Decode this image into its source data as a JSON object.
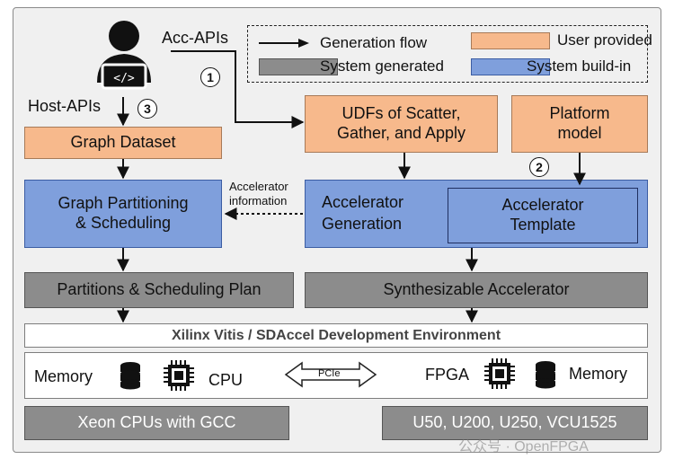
{
  "labels": {
    "acc_apis": "Acc-APIs",
    "host_apis": "Host-APIs",
    "accelerator_information": "Accelerator\ninformation",
    "step1": "1",
    "step2": "2",
    "step3": "3"
  },
  "legend": {
    "generation_flow": "Generation flow",
    "system_generated": "System generated",
    "user_provided": "User provided",
    "system_buildin": "System build-in"
  },
  "boxes": {
    "graph_dataset": "Graph Dataset",
    "udfs": "UDFs of Scatter,\nGather, and Apply",
    "platform_model": "Platform\nmodel",
    "graph_partitioning": "Graph Partitioning\n&  Scheduling",
    "accelerator_generation": "Accelerator\nGeneration",
    "accelerator_template": "Accelerator\nTemplate",
    "partitions_plan": "Partitions & Scheduling Plan",
    "synthesizable_accelerator": "Synthesizable Accelerator",
    "xilinx_env": "Xilinx Vitis / SDAccel Development Environment",
    "xeon_cpus": "Xeon CPUs with GCC",
    "fpga_boards": "U50, U200, U250, VCU1525"
  },
  "hardware": {
    "memory_left": "Memory",
    "cpu": "CPU",
    "pcie": "PCIe",
    "fpga": "FPGA",
    "memory_right": "Memory"
  },
  "icons": {
    "user": "developer-laptop-icon",
    "chip": "chip-icon",
    "database": "database-icon"
  },
  "colors": {
    "user_provided": "#f7b98c",
    "system_buildin": "#7f9fdc",
    "system_generated": "#8c8c8c",
    "background": "#f0f0f0"
  },
  "watermark": "公众号 · OpenFPGA"
}
